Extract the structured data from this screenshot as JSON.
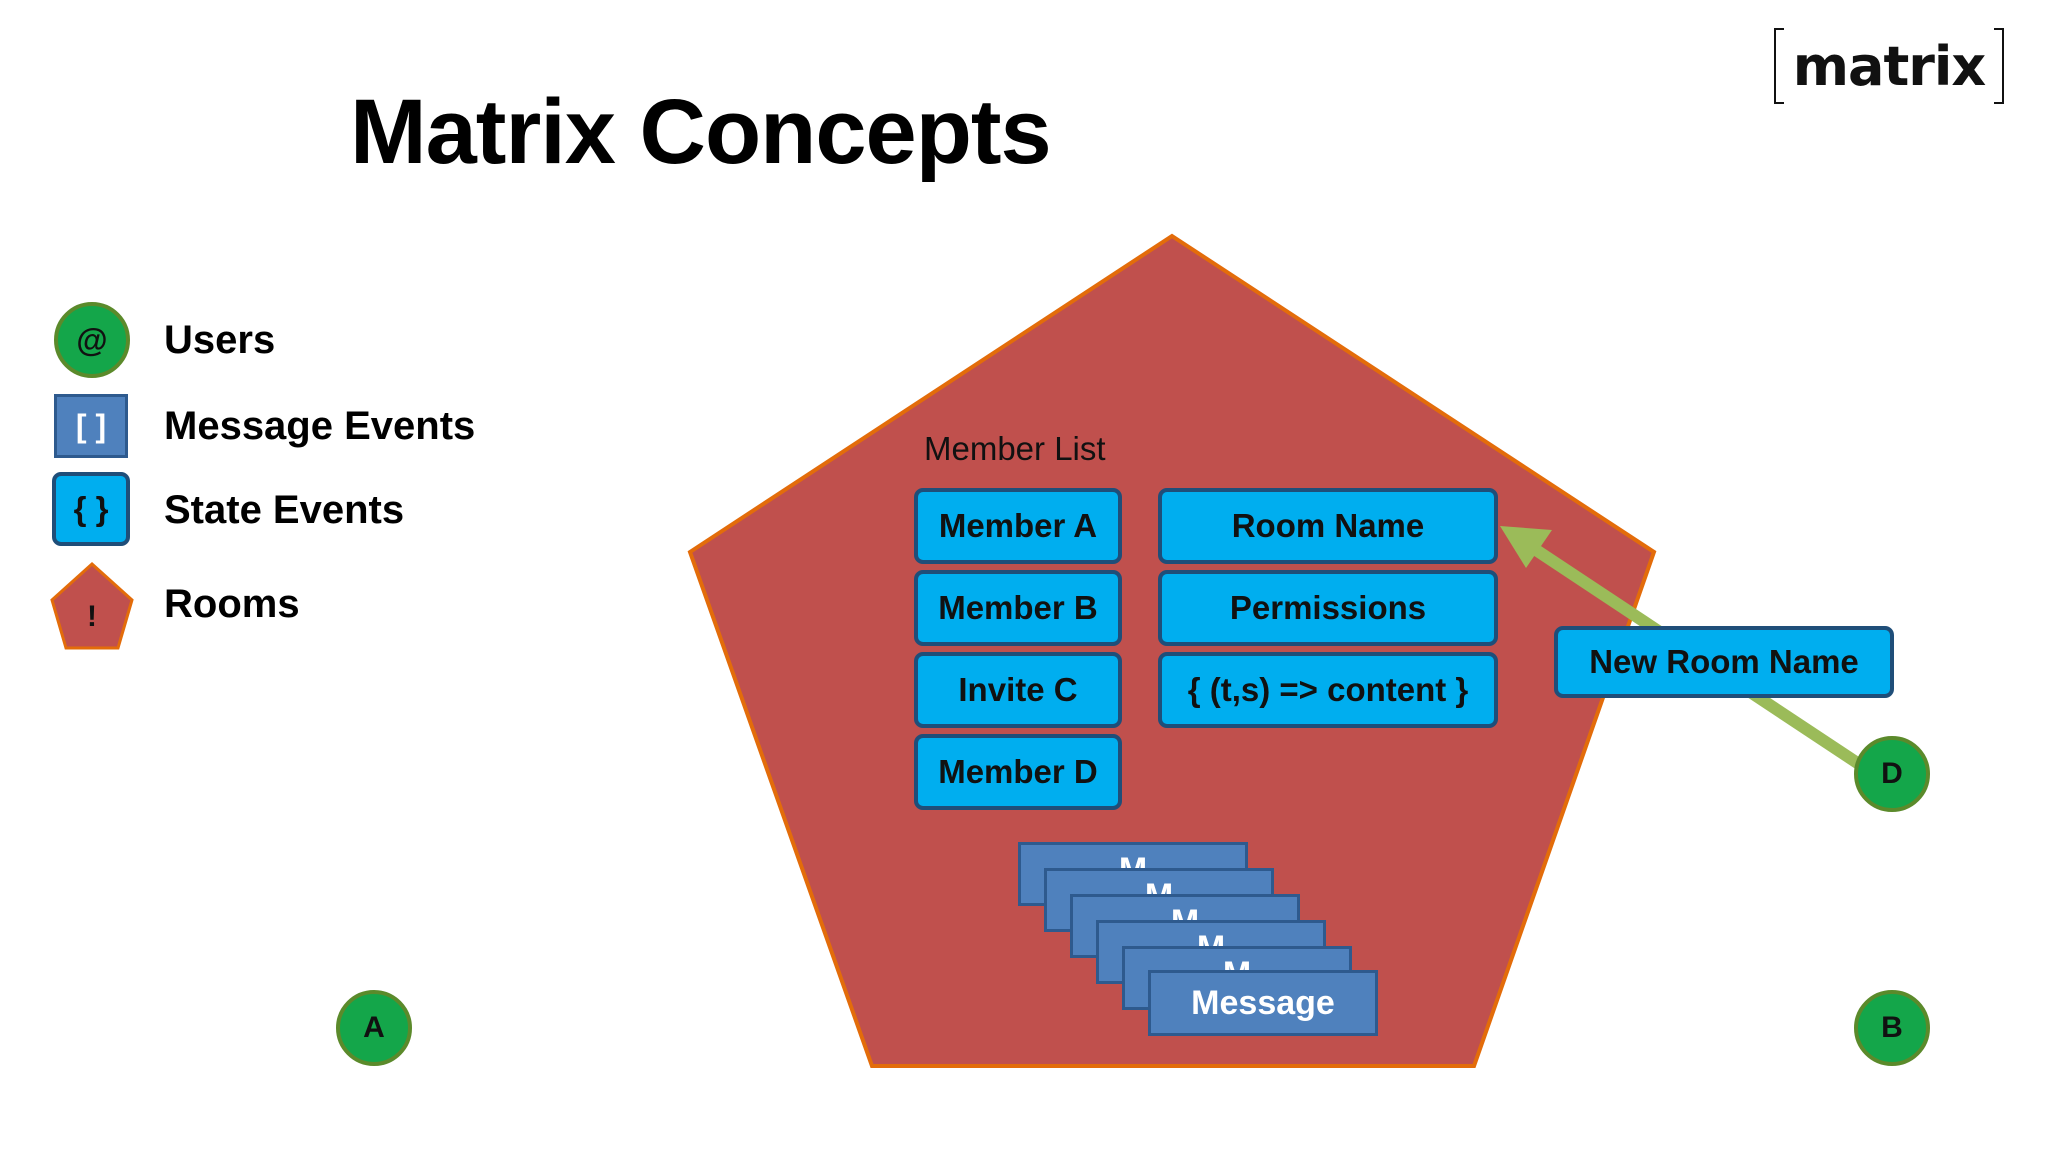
{
  "title": "Matrix Concepts",
  "logo": "matrix",
  "legend": [
    {
      "symbol": "@",
      "label": "Users",
      "kind": "user"
    },
    {
      "symbol": "[ ]",
      "label": "Message Events",
      "kind": "message"
    },
    {
      "symbol": "{ }",
      "label": "State Events",
      "kind": "state"
    },
    {
      "symbol": "!",
      "label": "Rooms",
      "kind": "room"
    }
  ],
  "room": {
    "member_list_label": "Member List",
    "members": [
      "Member A",
      "Member B",
      "Invite C",
      "Member D"
    ],
    "state": [
      "Room Name",
      "Permissions",
      "{ (t,s) => content }"
    ],
    "messages": [
      "M",
      "M",
      "M",
      "M",
      "M",
      "Message"
    ]
  },
  "new_state": "New Room Name",
  "users": {
    "a": "A",
    "b": "B",
    "d": "D"
  },
  "colors": {
    "room_fill": "#c0504d",
    "room_border": "#e36c0a",
    "user": "#14a64a",
    "message": "#4f81bd",
    "state": "#00aeef",
    "arrow": "#9bbb59"
  }
}
